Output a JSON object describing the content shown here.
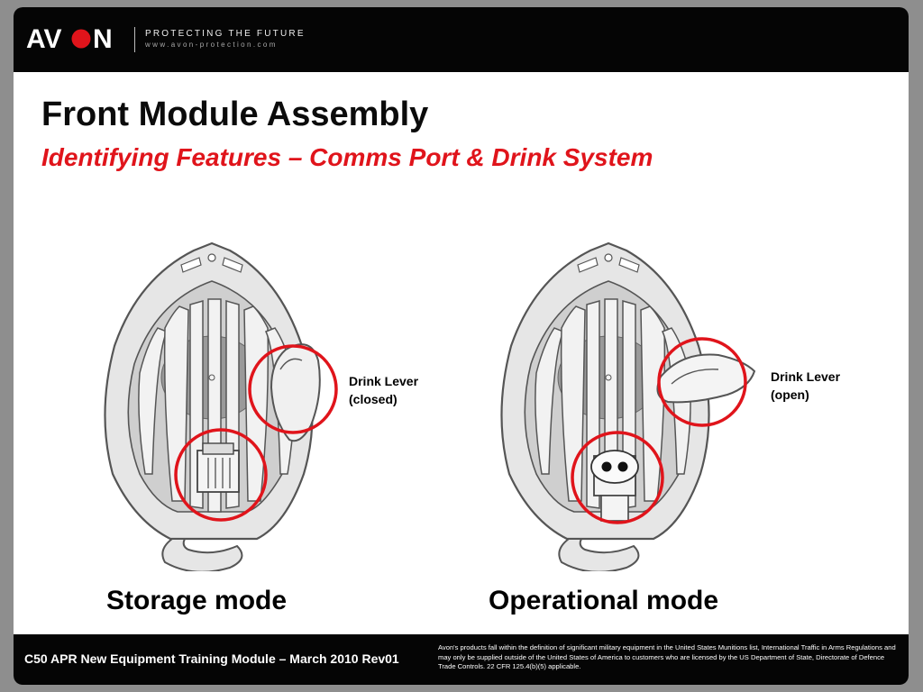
{
  "header": {
    "logo_text": "AVON",
    "tagline": "PROTECTING THE FUTURE",
    "website": "www.avon-protection.com"
  },
  "title": "Front Module Assembly",
  "subtitle": "Identifying Features – Comms Port & Drink System",
  "left_panel": {
    "callout": [
      "Drink Lever",
      "(closed)"
    ],
    "caption": "Storage mode"
  },
  "right_panel": {
    "callout": [
      "Drink Lever",
      "(open)"
    ],
    "caption": "Operational mode"
  },
  "footer": {
    "left": "C50 APR New Equipment Training Module – March 2010 Rev01",
    "right": "Avon's products fall within the  definition of significant military equipment in the United States Munitions list, International Traffic in Arms Regulations and may only be supplied outside of the United States of America to customers who are licensed by the US Department of State, Directorate of Defence Trade Controls. 22 CFR 125.4(b)(5) applicable."
  },
  "colors": {
    "accent_red": "#e0141b",
    "bar_black": "#050505",
    "module_fill": "#e6e6e6",
    "module_line": "#555555"
  },
  "icons": [
    "avon-logo-icon",
    "front-module-storage-illustration",
    "front-module-operational-illustration",
    "highlight-circle-icon"
  ]
}
